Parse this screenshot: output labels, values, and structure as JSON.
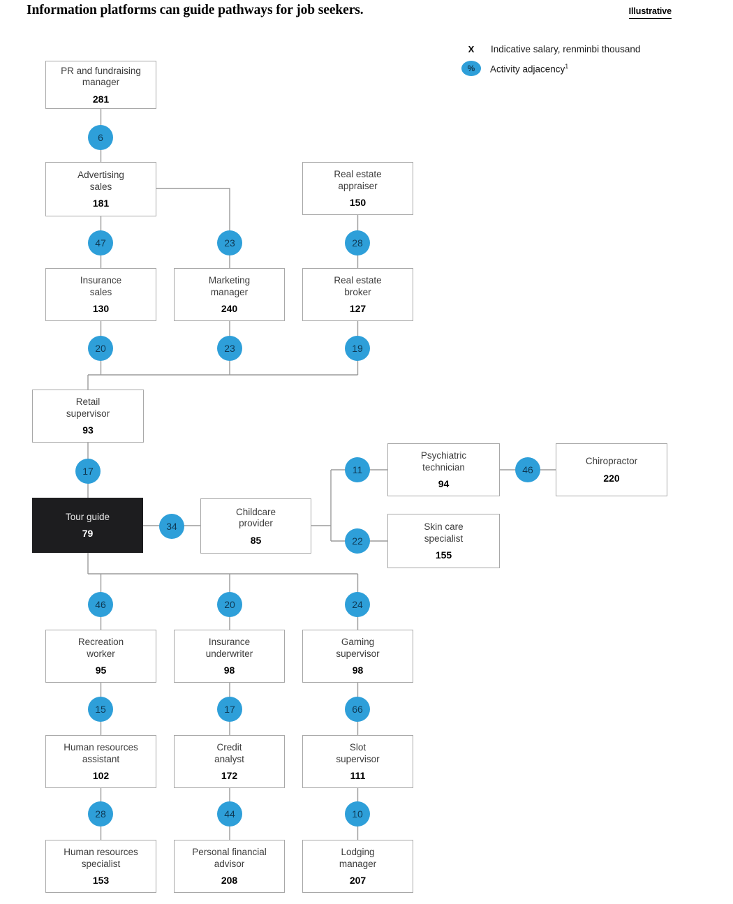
{
  "header": {
    "title": "Information platforms can guide pathways for job seekers.",
    "tag": "Illustrative"
  },
  "legend": {
    "items": [
      {
        "mark": "X",
        "type": "text-mark",
        "label": "Indicative salary, renminbi thousand"
      },
      {
        "mark": "%",
        "type": "chip",
        "label": "Activity adjacency",
        "footnote": "1"
      }
    ]
  },
  "chart_data": {
    "type": "diagram",
    "title": "Information platforms can guide pathways for job seekers.",
    "value_unit": "Indicative salary, renminbi thousand",
    "edge_unit": "Activity adjacency, %",
    "nodes": [
      {
        "id": "pr-fundraising-manager",
        "name": "PR and fundraising\nmanager",
        "value": "281",
        "highlight": false
      },
      {
        "id": "advertising-sales",
        "name": "Advertising\nsales",
        "value": "181",
        "highlight": false
      },
      {
        "id": "real-estate-appraiser",
        "name": "Real estate\nappraiser",
        "value": "150",
        "highlight": false
      },
      {
        "id": "insurance-sales",
        "name": "Insurance\nsales",
        "value": "130",
        "highlight": false
      },
      {
        "id": "marketing-manager",
        "name": "Marketing\nmanager",
        "value": "240",
        "highlight": false
      },
      {
        "id": "real-estate-broker",
        "name": "Real estate\nbroker",
        "value": "127",
        "highlight": false
      },
      {
        "id": "retail-supervisor",
        "name": "Retail\nsupervisor",
        "value": "93",
        "highlight": false
      },
      {
        "id": "tour-guide",
        "name": "Tour guide",
        "value": "79",
        "highlight": true
      },
      {
        "id": "childcare-provider",
        "name": "Childcare\nprovider",
        "value": "85",
        "highlight": false
      },
      {
        "id": "psychiatric-technician",
        "name": "Psychiatric\ntechnician",
        "value": "94",
        "highlight": false
      },
      {
        "id": "chiropractor",
        "name": "Chiropractor",
        "value": "220",
        "highlight": false
      },
      {
        "id": "skin-care-specialist",
        "name": "Skin care\nspecialist",
        "value": "155",
        "highlight": false
      },
      {
        "id": "recreation-worker",
        "name": "Recreation\nworker",
        "value": "95",
        "highlight": false
      },
      {
        "id": "insurance-underwriter",
        "name": "Insurance\nunderwriter",
        "value": "98",
        "highlight": false
      },
      {
        "id": "gaming-supervisor",
        "name": "Gaming\nsupervisor",
        "value": "98",
        "highlight": false
      },
      {
        "id": "human-resources-assistant",
        "name": "Human resources\nassistant",
        "value": "102",
        "highlight": false
      },
      {
        "id": "credit-analyst",
        "name": "Credit\nanalyst",
        "value": "172",
        "highlight": false
      },
      {
        "id": "slot-supervisor",
        "name": "Slot\nsupervisor",
        "value": "111",
        "highlight": false
      },
      {
        "id": "human-resources-specialist",
        "name": "Human resources\nspecialist",
        "value": "153",
        "highlight": false
      },
      {
        "id": "personal-financial-advisor",
        "name": "Personal financial\nadvisor",
        "value": "208",
        "highlight": false
      },
      {
        "id": "lodging-manager",
        "name": "Lodging\nmanager",
        "value": "207",
        "highlight": false
      }
    ],
    "edges": [
      {
        "id": "e1",
        "from": "pr-fundraising-manager",
        "to": "advertising-sales",
        "value": "6"
      },
      {
        "id": "e2",
        "from": "advertising-sales",
        "to": "insurance-sales",
        "value": "47"
      },
      {
        "id": "e3",
        "from": "advertising-sales",
        "to": "marketing-manager",
        "value": "23"
      },
      {
        "id": "e4",
        "from": "real-estate-appraiser",
        "to": "real-estate-broker",
        "value": "28"
      },
      {
        "id": "e5",
        "from": "insurance-sales",
        "to": "retail-supervisor",
        "value": "20"
      },
      {
        "id": "e6",
        "from": "marketing-manager",
        "to": "retail-supervisor",
        "value": "23"
      },
      {
        "id": "e7",
        "from": "real-estate-broker",
        "to": "retail-supervisor",
        "value": "19"
      },
      {
        "id": "e8",
        "from": "retail-supervisor",
        "to": "tour-guide",
        "value": "17"
      },
      {
        "id": "e9",
        "from": "tour-guide",
        "to": "childcare-provider",
        "value": "34"
      },
      {
        "id": "e10",
        "from": "childcare-provider",
        "to": "psychiatric-technician",
        "value": "11"
      },
      {
        "id": "e11",
        "from": "childcare-provider",
        "to": "skin-care-specialist",
        "value": "22"
      },
      {
        "id": "e12",
        "from": "psychiatric-technician",
        "to": "chiropractor",
        "value": "46"
      },
      {
        "id": "e13",
        "from": "tour-guide",
        "to": "recreation-worker",
        "value": "46"
      },
      {
        "id": "e14",
        "from": "tour-guide",
        "to": "insurance-underwriter",
        "value": "20"
      },
      {
        "id": "e15",
        "from": "tour-guide",
        "to": "gaming-supervisor",
        "value": "24"
      },
      {
        "id": "e16",
        "from": "recreation-worker",
        "to": "human-resources-assistant",
        "value": "15"
      },
      {
        "id": "e17",
        "from": "insurance-underwriter",
        "to": "credit-analyst",
        "value": "17"
      },
      {
        "id": "e18",
        "from": "gaming-supervisor",
        "to": "slot-supervisor",
        "value": "66"
      },
      {
        "id": "e19",
        "from": "human-resources-assistant",
        "to": "human-resources-specialist",
        "value": "28"
      },
      {
        "id": "e20",
        "from": "credit-analyst",
        "to": "personal-financial-advisor",
        "value": "44"
      },
      {
        "id": "e21",
        "from": "slot-supervisor",
        "to": "lodging-manager",
        "value": "10"
      }
    ]
  },
  "colors": {
    "accent": "#2e9fd9",
    "node_border": "#a8a8a8",
    "highlight_bg": "#1d1d1f",
    "connector": "#9b9b9b"
  }
}
